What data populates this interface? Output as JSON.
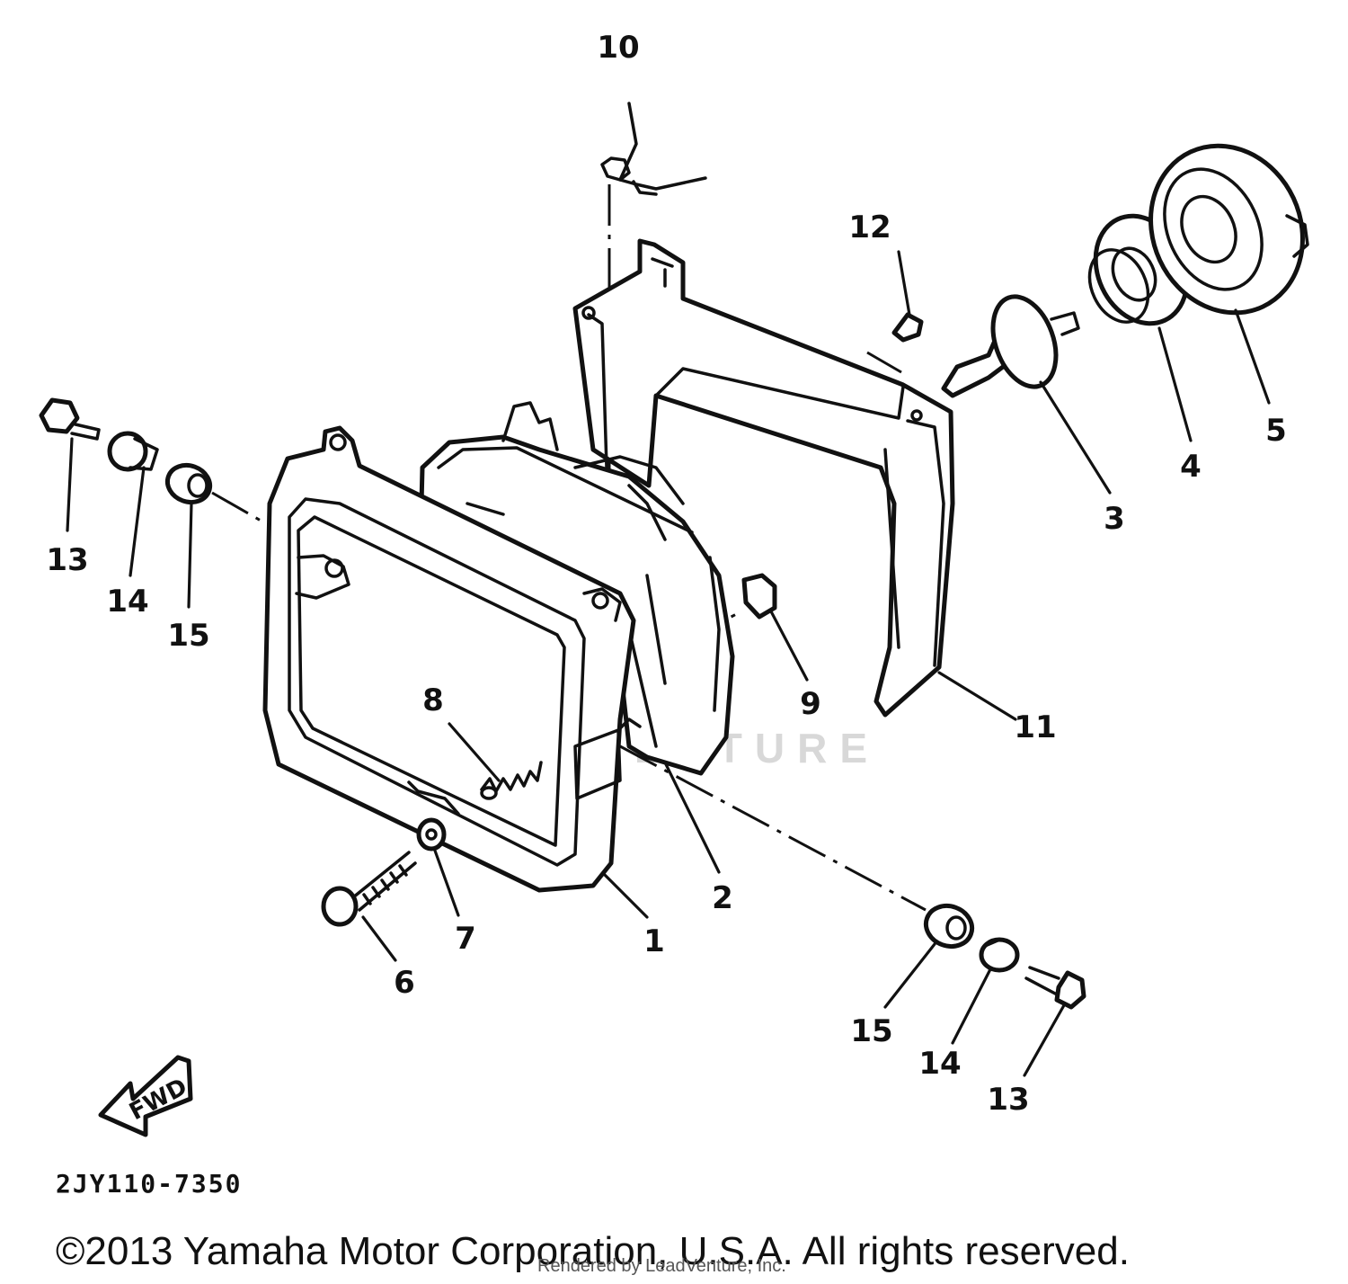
{
  "diagram": {
    "callouts": [
      {
        "id": "c10",
        "label": "10"
      },
      {
        "id": "c12",
        "label": "12"
      },
      {
        "id": "c5",
        "label": "5"
      },
      {
        "id": "c4",
        "label": "4"
      },
      {
        "id": "c3",
        "label": "3"
      },
      {
        "id": "c13a",
        "label": "13"
      },
      {
        "id": "c14a",
        "label": "14"
      },
      {
        "id": "c15a",
        "label": "15"
      },
      {
        "id": "c8",
        "label": "8"
      },
      {
        "id": "c9",
        "label": "9"
      },
      {
        "id": "c11",
        "label": "11"
      },
      {
        "id": "c2",
        "label": "2"
      },
      {
        "id": "c1",
        "label": "1"
      },
      {
        "id": "c7",
        "label": "7"
      },
      {
        "id": "c6",
        "label": "6"
      },
      {
        "id": "c15b",
        "label": "15"
      },
      {
        "id": "c14b",
        "label": "14"
      },
      {
        "id": "c13b",
        "label": "13"
      }
    ],
    "fwd_label": "FWD",
    "diagram_code": "2JY110-7350",
    "watermark": "LEADVENTURE",
    "copyright": "©2013 Yamaha Motor Corporation, U.S.A. All rights reserved.",
    "rendered_by": "Rendered by LeadVenture, Inc."
  }
}
